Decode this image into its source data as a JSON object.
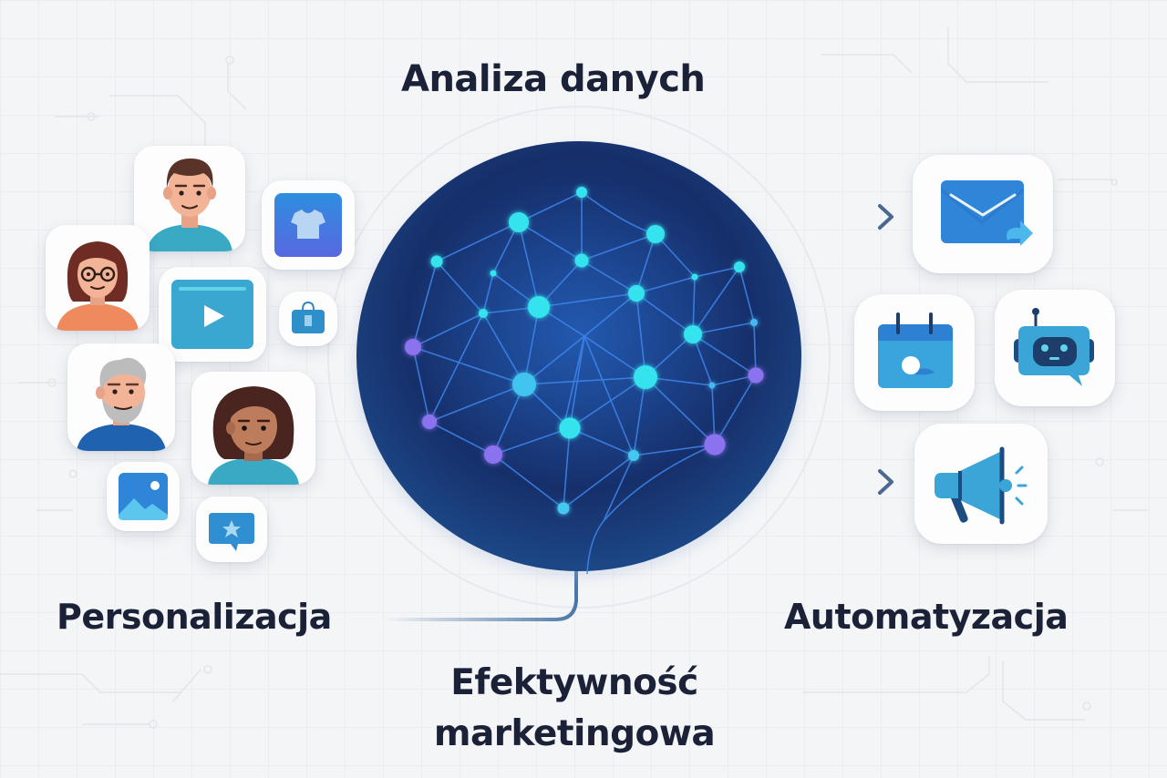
{
  "diagram": {
    "center": {
      "title": "Analiza danych",
      "icon": "neural-network-icon"
    },
    "left": {
      "title": "Personalizacja",
      "tiles": [
        {
          "icon": "avatar-man-brown-hair-icon"
        },
        {
          "icon": "avatar-woman-glasses-icon"
        },
        {
          "icon": "tshirt-product-icon"
        },
        {
          "icon": "video-play-icon"
        },
        {
          "icon": "shopping-bag-icon"
        },
        {
          "icon": "avatar-older-man-beard-icon"
        },
        {
          "icon": "avatar-woman-dark-hair-icon"
        },
        {
          "icon": "image-photo-icon"
        },
        {
          "icon": "star-review-bubble-icon"
        }
      ]
    },
    "right": {
      "title": "Automatyzacja",
      "tiles": [
        {
          "icon": "email-send-icon"
        },
        {
          "icon": "calendar-icon"
        },
        {
          "icon": "chatbot-icon"
        },
        {
          "icon": "megaphone-icon"
        }
      ]
    },
    "bottom": {
      "title_line1": "Efektywność",
      "title_line2": "marketingowa"
    }
  },
  "colors": {
    "background": "#f4f5f7",
    "text": "#1b2238",
    "core_dark": "#14306b",
    "core_light": "#2a5aa6",
    "node_cyan": "#35e3ee",
    "node_purple": "#8b72ee",
    "link": "#3a8ae8",
    "icon_blue": "#2f86d8",
    "icon_teal": "#3aa7d0",
    "arrow": "#4a6890"
  }
}
